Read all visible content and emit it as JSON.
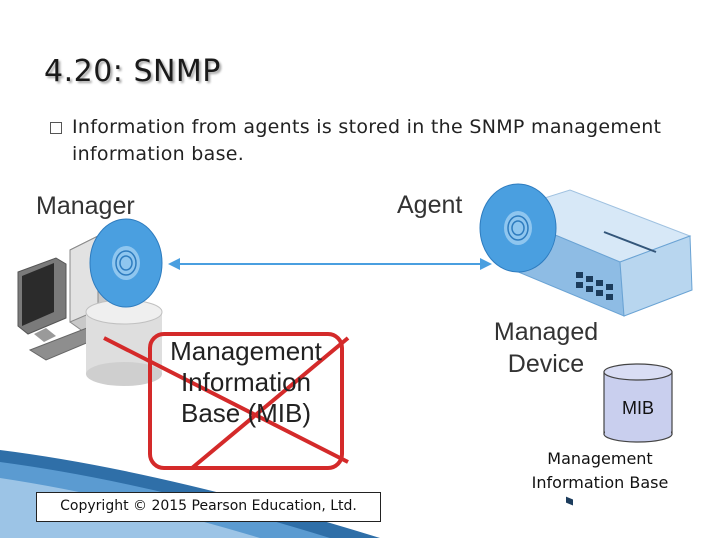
{
  "slide": {
    "title": "4.20: SNMP",
    "bullet": "Information from agents is stored in the SNMP management information base."
  },
  "diagram": {
    "manager_label": "Manager",
    "agent_label": "Agent",
    "managed_device_label": "Managed Device",
    "mib_big_label": "Management Information Base (MIB)",
    "mib_cylinder_label": "MIB",
    "mib_small_label": "Management Information Base",
    "connector": "double-arrow",
    "cross_out_color": "#d42a2a",
    "disc_color": "#4a9fe0",
    "device_color": "#6aa3d4"
  },
  "footer": {
    "copyright": "Copyright © 2015 Pearson Education, Ltd."
  }
}
